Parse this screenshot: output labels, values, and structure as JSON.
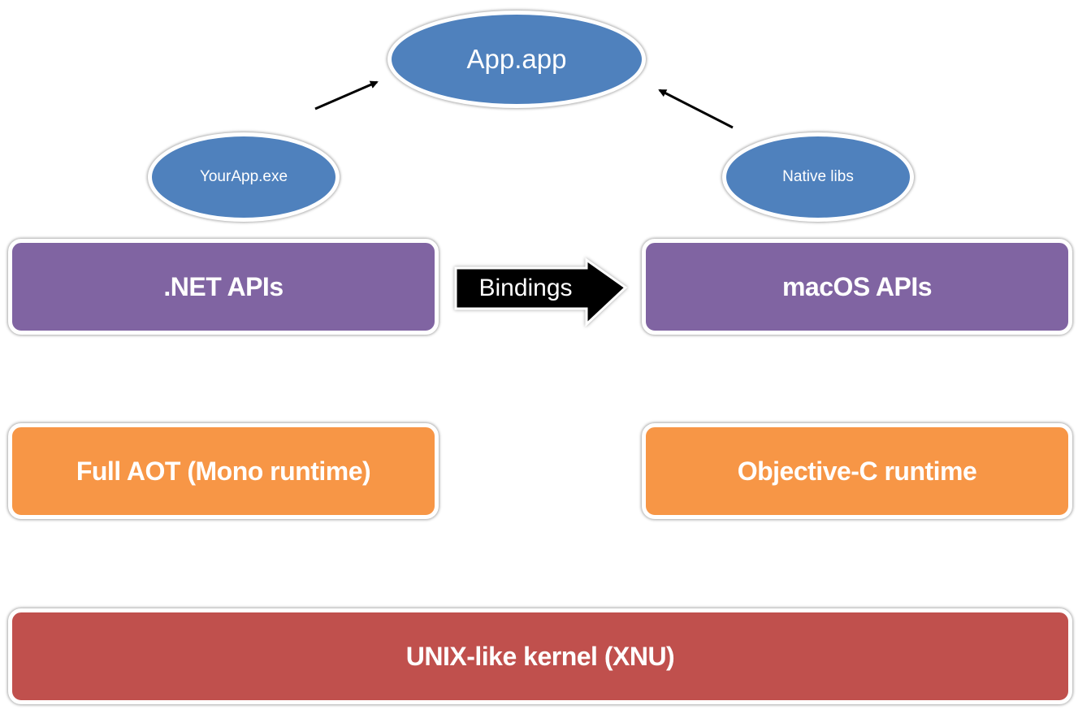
{
  "top": {
    "app_label": "App.app"
  },
  "sources": {
    "yourapp_label": "YourApp.exe",
    "nativelibs_label": "Native libs"
  },
  "layers": {
    "dotnet_apis": ".NET APIs",
    "macos_apis": "macOS APIs",
    "bindings": "Bindings",
    "full_aot": "Full AOT (Mono runtime)",
    "objc_runtime": "Objective-C runtime",
    "kernel": "UNIX-like kernel (XNU)"
  },
  "colors": {
    "ellipse": "#4f81bd",
    "api_box": "#8064a2",
    "runtime_box": "#f79646",
    "kernel_box": "#c0504d",
    "bindings_arrow": "#000000"
  }
}
